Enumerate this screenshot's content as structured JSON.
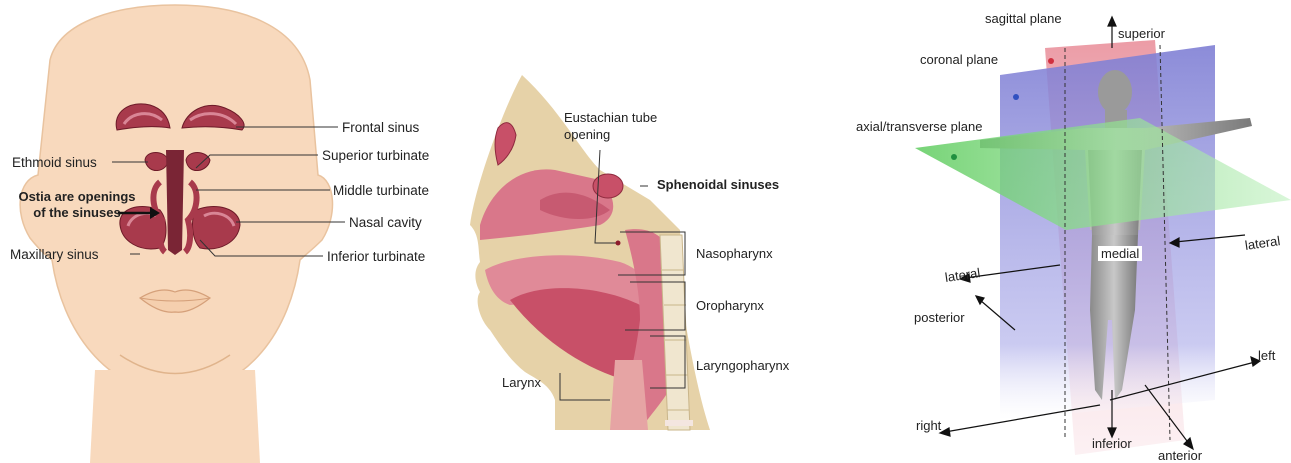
{
  "sinus_panel": {
    "labels": {
      "frontal_sinus": "Frontal sinus",
      "ethmoid_sinus": "Ethmoid sinus",
      "superior_turbinate": "Superior turbinate",
      "ostia_line1": "Ostia are openings",
      "ostia_line2": "of the sinuses",
      "middle_turbinate": "Middle turbinate",
      "nasal_cavity": "Nasal cavity",
      "maxillary_sinus": "Maxillary sinus",
      "inferior_turbinate": "Inferior turbinate"
    },
    "colors": {
      "skin": "#f8d9bd",
      "sinus": "#a83a4c",
      "outline": "#3a3a3a"
    }
  },
  "sagittal_panel": {
    "labels": {
      "eustachian_line1": "Eustachian tube",
      "eustachian_line2": "opening",
      "sphenoidal_sinuses": "Sphenoidal sinuses",
      "nasopharynx": "Nasopharynx",
      "oropharynx": "Oropharynx",
      "laryngopharynx": "Laryngopharynx",
      "larynx": "Larynx"
    },
    "colors": {
      "tissue": "#d9778a",
      "bone": "#e6d2a8"
    }
  },
  "planes_panel": {
    "labels": {
      "sagittal_plane": "sagittal plane",
      "superior": "superior",
      "coronal_plane": "coronal plane",
      "axial_plane": "axial/transverse plane",
      "lateral_right": "lateral",
      "medial": "medial",
      "lateral_left": "lateral",
      "posterior": "posterior",
      "left": "left",
      "right": "right",
      "inferior": "inferior",
      "anterior": "anterior"
    },
    "colors": {
      "coronal": "#8f8fd8",
      "sagittal": "#e8a0a8",
      "axial": "#7fd67f"
    }
  }
}
